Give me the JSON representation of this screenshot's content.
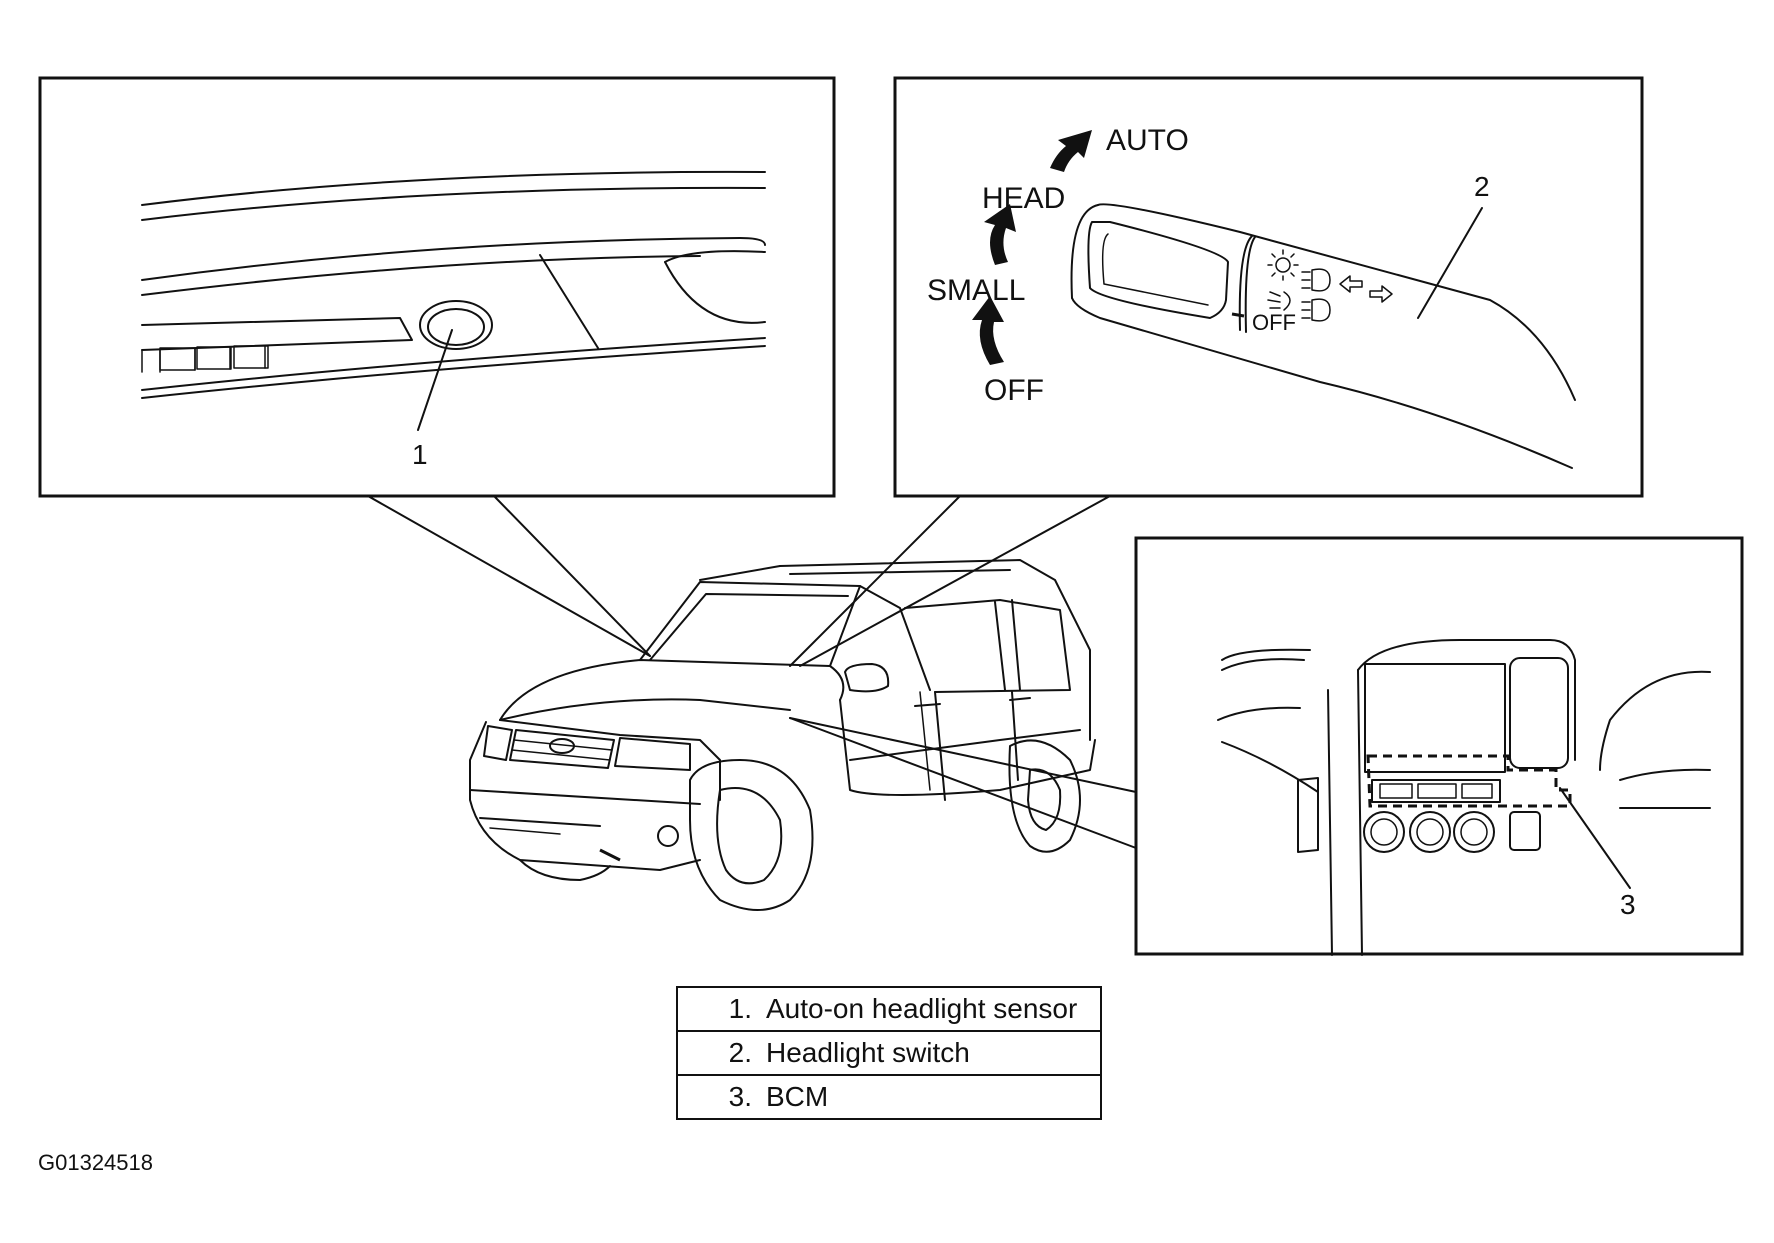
{
  "callouts": {
    "sensor": "1",
    "switch": "2",
    "bcm": "3"
  },
  "switch_positions": {
    "auto": "AUTO",
    "head": "HEAD",
    "small": "SMALL",
    "off": "OFF",
    "stalk_off": "OFF"
  },
  "legend": [
    {
      "num": "1.",
      "label": "Auto-on headlight sensor"
    },
    {
      "num": "2.",
      "label": "Headlight switch"
    },
    {
      "num": "3.",
      "label": "BCM"
    }
  ],
  "figure_id": "G01324518"
}
